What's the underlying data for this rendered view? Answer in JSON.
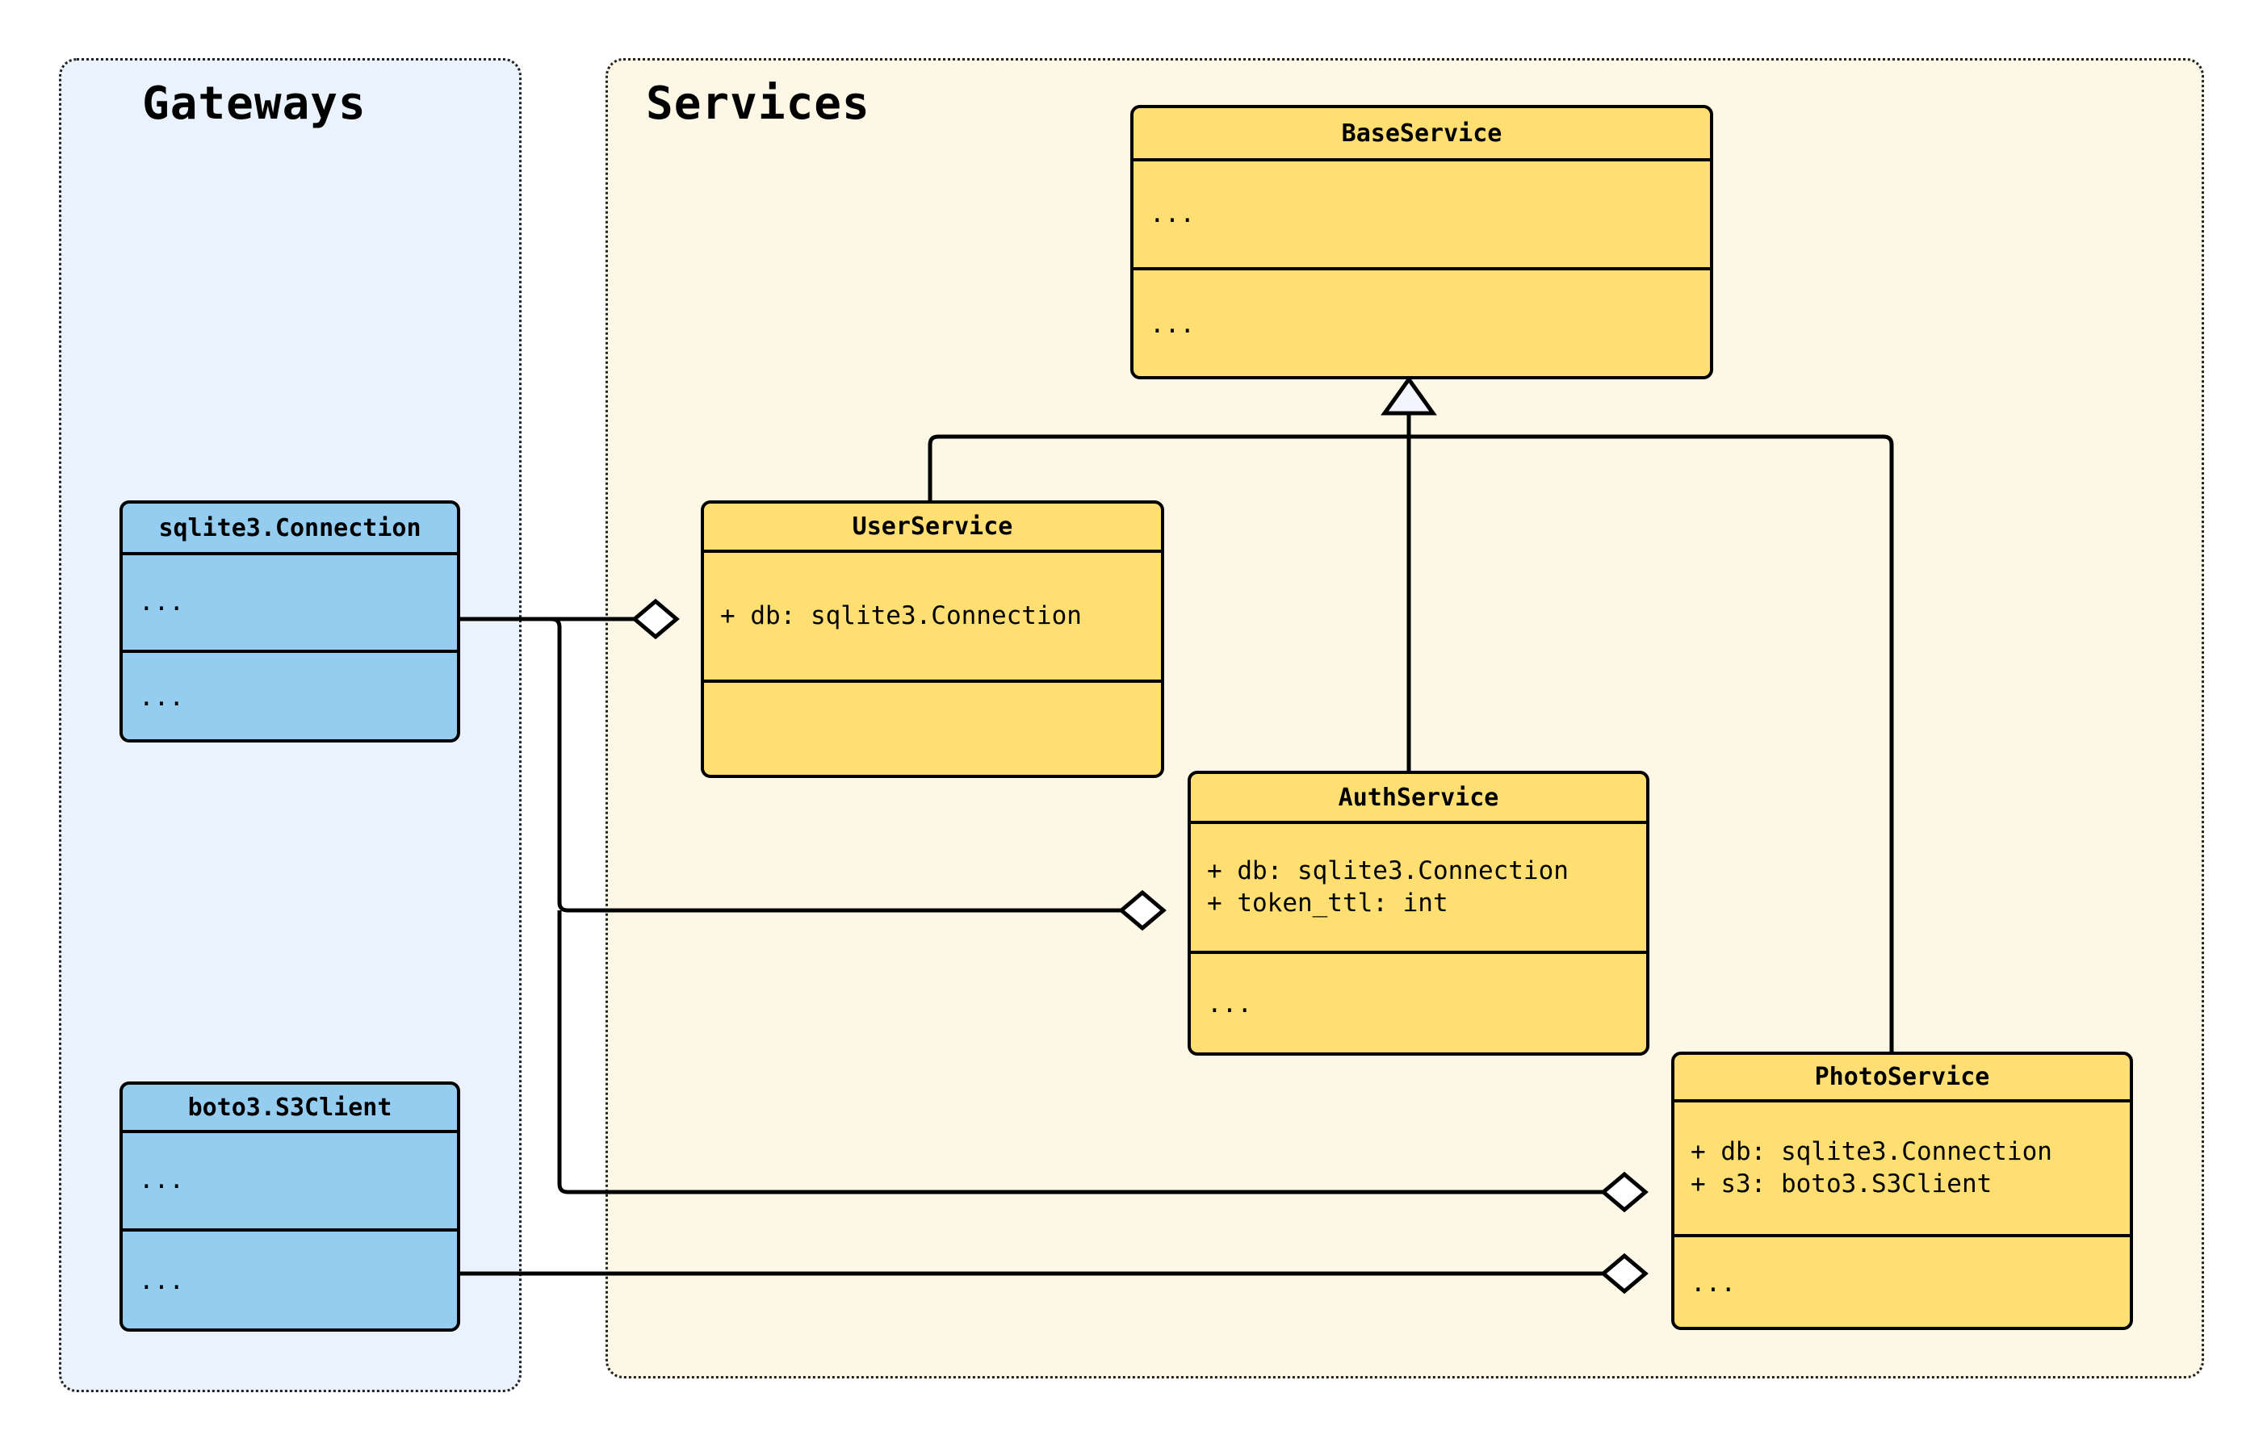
{
  "diagram": {
    "type": "uml-class-diagram",
    "packages": [
      {
        "id": "gateways",
        "title": "Gateways",
        "fill": "#eaf2fd",
        "border_style": "dotted",
        "classes": [
          "sqlite3.Connection",
          "boto3.S3Client"
        ]
      },
      {
        "id": "services",
        "title": "Services",
        "fill": "#fdf7e5",
        "border_style": "dotted",
        "classes": [
          "BaseService",
          "UserService",
          "AuthService",
          "PhotoService"
        ]
      }
    ],
    "classes": [
      {
        "id": "sqlite3-connection",
        "name": "sqlite3.Connection",
        "fill": "#95cdf0",
        "attributes": [
          "..."
        ],
        "methods": [
          "..."
        ]
      },
      {
        "id": "boto3-s3client",
        "name": "boto3.S3Client",
        "fill": "#95cdf0",
        "attributes": [
          "..."
        ],
        "methods": [
          "..."
        ]
      },
      {
        "id": "baseservice",
        "name": "BaseService",
        "fill": "#ffdf72",
        "attributes": [
          "..."
        ],
        "methods": [
          "..."
        ]
      },
      {
        "id": "userservice",
        "name": "UserService",
        "fill": "#ffdf72",
        "attributes": [
          "+ db: sqlite3.Connection"
        ],
        "methods": []
      },
      {
        "id": "authservice",
        "name": "AuthService",
        "fill": "#ffdf72",
        "attributes": [
          "+ db: sqlite3.Connection",
          "+ token_ttl: int"
        ],
        "methods": [
          "..."
        ]
      },
      {
        "id": "photoservice",
        "name": "PhotoService",
        "fill": "#ffdf72",
        "attributes": [
          "+ db: sqlite3.Connection",
          "+ s3: boto3.S3Client"
        ],
        "methods": [
          "..."
        ]
      }
    ],
    "relationships": [
      {
        "type": "inheritance",
        "from": "UserService",
        "to": "BaseService"
      },
      {
        "type": "inheritance",
        "from": "AuthService",
        "to": "BaseService"
      },
      {
        "type": "inheritance",
        "from": "PhotoService",
        "to": "BaseService"
      },
      {
        "type": "aggregation",
        "from": "sqlite3.Connection",
        "to": "UserService"
      },
      {
        "type": "aggregation",
        "from": "sqlite3.Connection",
        "to": "AuthService"
      },
      {
        "type": "aggregation",
        "from": "sqlite3.Connection",
        "to": "PhotoService"
      },
      {
        "type": "aggregation",
        "from": "boto3.S3Client",
        "to": "PhotoService"
      }
    ],
    "colors": {
      "gateway_fill": "#95cdf0",
      "service_fill": "#ffdf72",
      "gateway_panel": "#eaf2fd",
      "service_panel": "#fdf7e5",
      "stroke": "#000000",
      "canvas": "#ffffff"
    }
  }
}
